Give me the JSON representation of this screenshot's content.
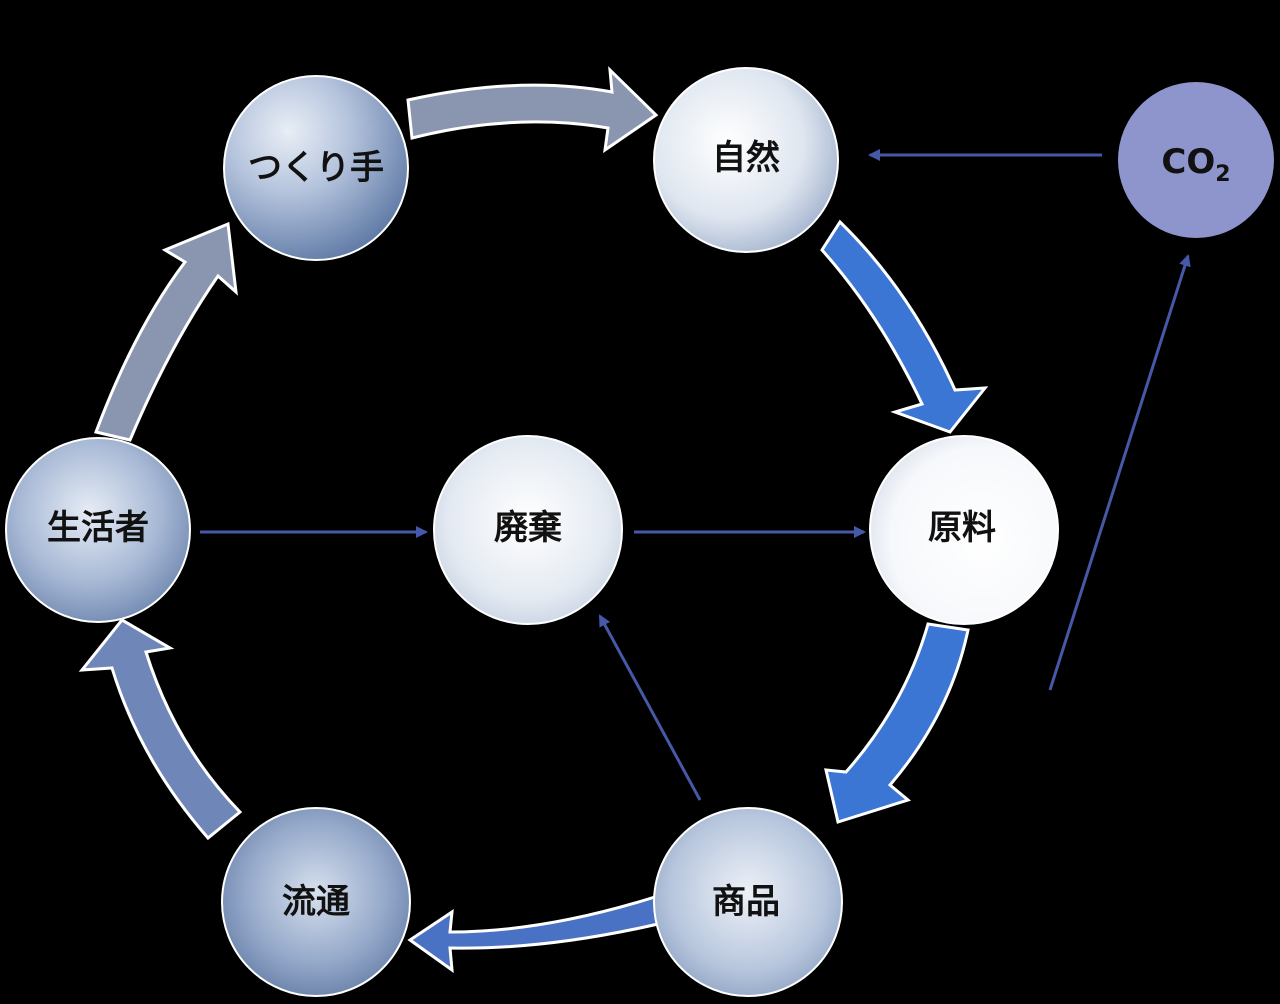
{
  "nodes": {
    "maker": "つくり手",
    "nature": "自然",
    "co2": "CO",
    "co2_subscript": "2",
    "consumer": "生活者",
    "waste": "廃棄",
    "raw_material": "原料",
    "distribution": "流通",
    "product": "商品"
  },
  "colors": {
    "background": "#000000",
    "thick_arrow_gray": "#8a96b0",
    "thick_arrow_blue": "#3b76d4",
    "thick_arrow_steel": "#4a72c4",
    "thin_arrow": "#4659a8",
    "co2_circle": "#8d95cc"
  }
}
